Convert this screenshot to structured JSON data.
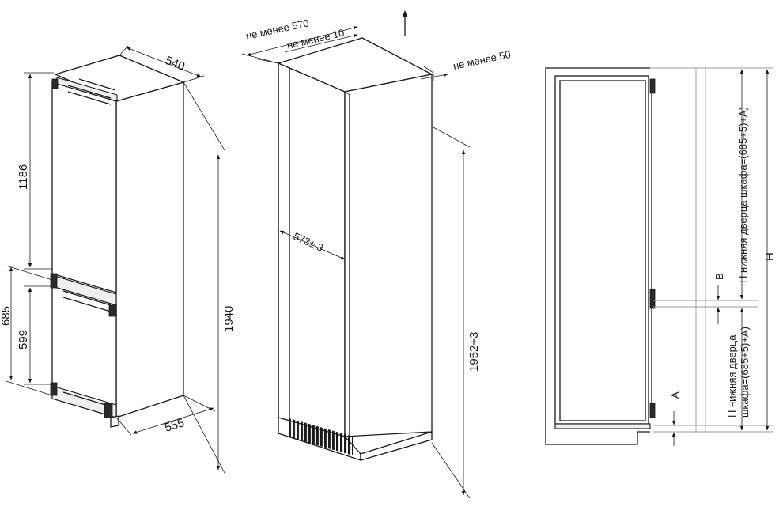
{
  "fridge": {
    "depth": "540",
    "width": "555",
    "total_height": "1940",
    "upper_height": "1186",
    "lower_outer": "685",
    "lower_inner": "599"
  },
  "niche": {
    "depth_min": "не менее 570",
    "gap_back": "не менее 10",
    "gap_top": "не менее 50",
    "width": "573± 3",
    "height": "1952+3"
  },
  "side": {
    "upper_door": "H нижняя дверца шкафа=(685+5)+A)",
    "lower_door_line1": "H нижняя дверца",
    "lower_door_line2": "шкафа=(685+5)+A)",
    "label_h": "H",
    "label_b": "B",
    "label_a": "A"
  }
}
